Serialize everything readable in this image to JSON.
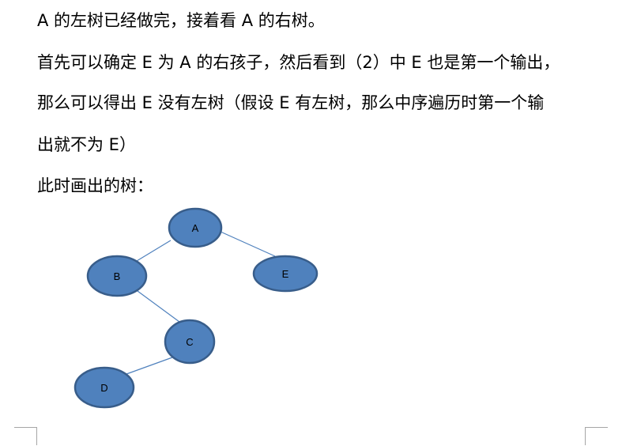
{
  "paragraphs": [
    "A 的左树已经做完，接着看 A 的右树。",
    "首先可以确定 E 为 A 的右孩子，然后看到（2）中 E 也是第一个输出，",
    "那么可以得出 E 没有左树（假设 E 有左树，那么中序遍历时第一个输",
    "出就不为 E）",
    "此时画出的树："
  ],
  "tree": {
    "node_color": "#4f81bd",
    "node_border_color": "#385d8a",
    "edge_color": "#4f81bd",
    "nodes": [
      "A",
      "B",
      "E",
      "C",
      "D"
    ],
    "edges": [
      [
        "A",
        "B"
      ],
      [
        "A",
        "E"
      ],
      [
        "B",
        "C"
      ],
      [
        "C",
        "D"
      ]
    ]
  }
}
